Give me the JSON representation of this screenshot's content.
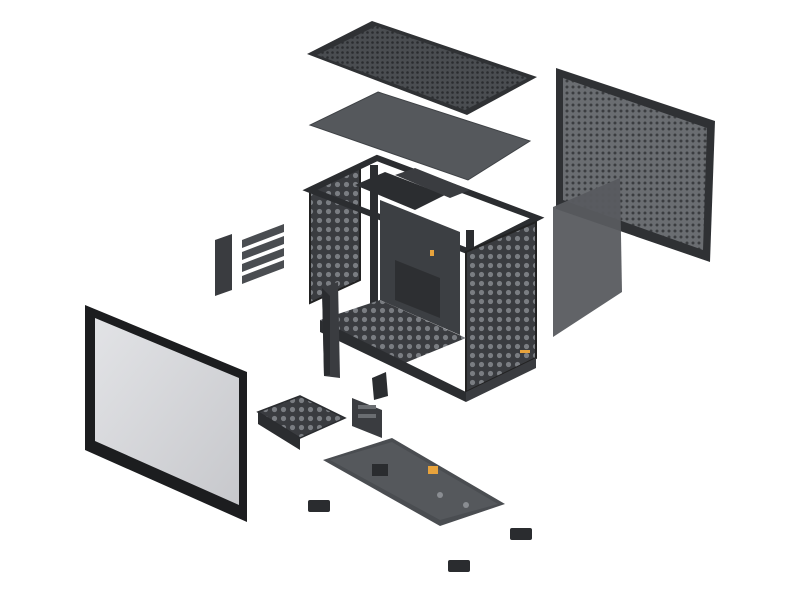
{
  "image": {
    "subject": "exploded-view-pc-case",
    "background": "#ffffff",
    "colors": {
      "metal_dark": "#2b2d30",
      "metal_mid": "#3f4246",
      "metal_light": "#5b5f64",
      "panel_gray": "#55585c",
      "glass": "#d5d6d9",
      "glass_frame": "#1c1d1f",
      "accent": "#e8a33c"
    },
    "components": [
      "top-mesh-panel",
      "top-dust-filter",
      "side-mesh-panel",
      "side-dust-filter",
      "chassis-frame",
      "pcie-brackets",
      "tempered-glass-panel",
      "psu-bracket",
      "io-bracket",
      "small-bracket",
      "bottom-plate",
      "rubber-feet"
    ]
  }
}
